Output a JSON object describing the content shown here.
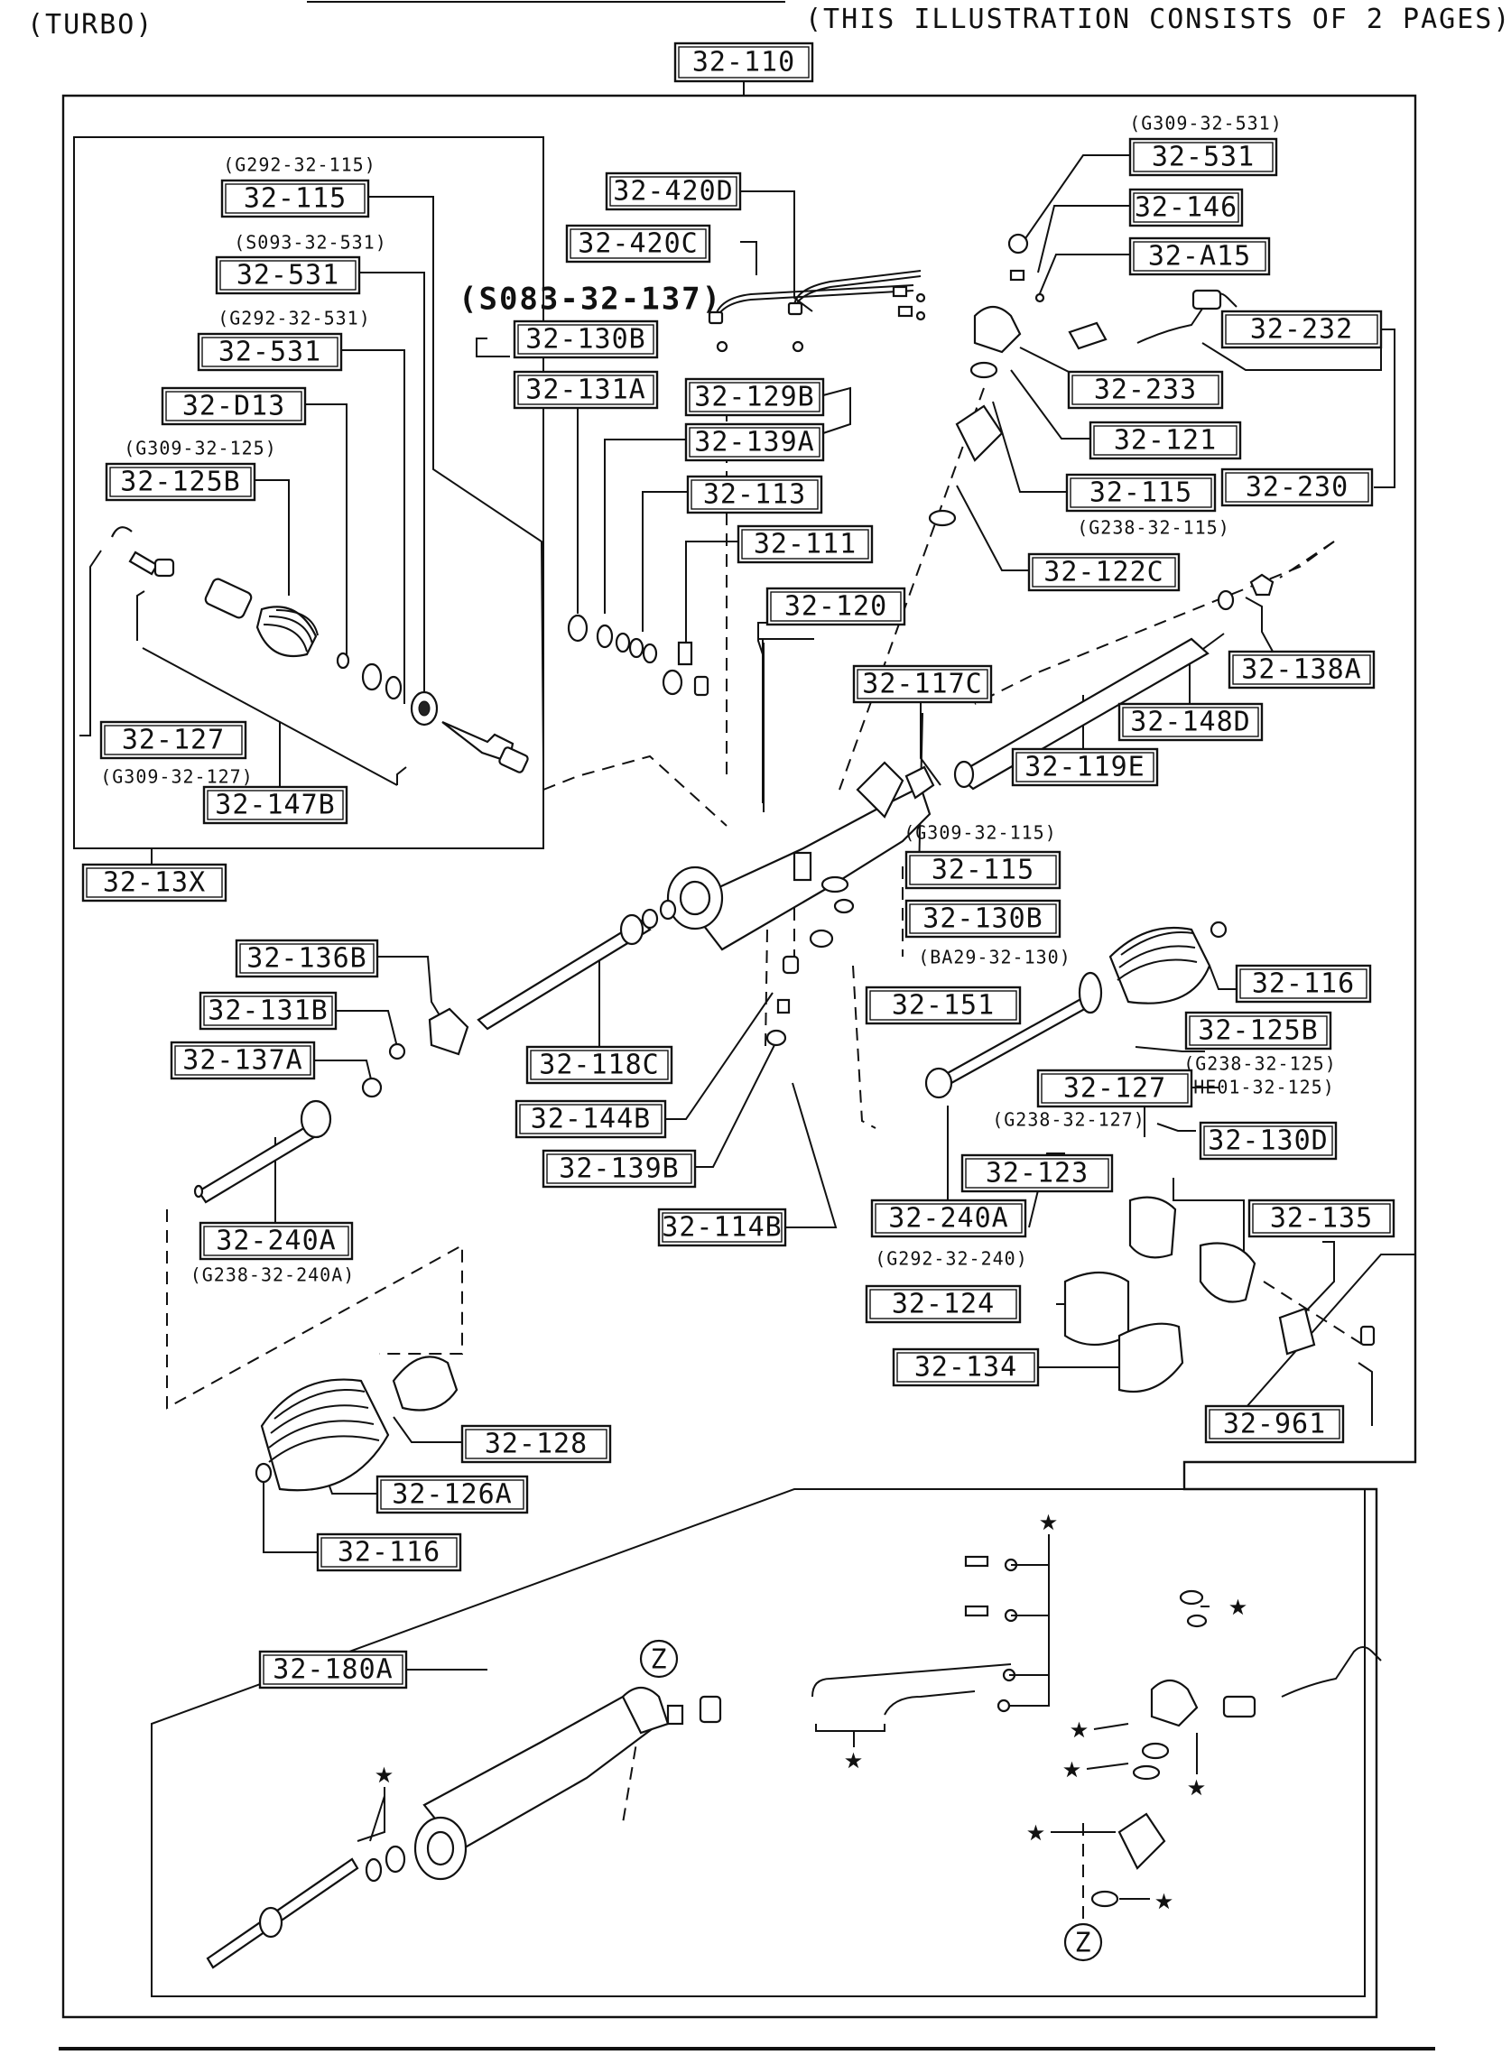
{
  "header": {
    "variant": "(TURBO)",
    "note": "(THIS ILLUSTRATION CONSISTS OF  2 PAGES)"
  },
  "diagram": {
    "main_ref": "32-110",
    "alt_ref_large": "(S083-32-137)",
    "labels": [
      {
        "id": "32-115",
        "code": "32-115",
        "sub": "(G292-32-115)"
      },
      {
        "id": "32-531a",
        "code": "32-531",
        "sub": "(S093-32-531)"
      },
      {
        "id": "32-531b",
        "code": "32-531",
        "sub": "(G292-32-531)"
      },
      {
        "id": "32-D13",
        "code": "32-D13",
        "sub": ""
      },
      {
        "id": "32-125B",
        "code": "32-125B",
        "sub": "(G309-32-125)"
      },
      {
        "id": "32-127",
        "code": "32-127",
        "sub": "(G309-32-127)"
      },
      {
        "id": "32-147B",
        "code": "32-147B",
        "sub": ""
      },
      {
        "id": "32-13X",
        "code": "32-13X",
        "sub": ""
      },
      {
        "id": "32-420D",
        "code": "32-420D",
        "sub": ""
      },
      {
        "id": "32-420C",
        "code": "32-420C",
        "sub": ""
      },
      {
        "id": "32-130B-top",
        "code": "32-130B",
        "sub": ""
      },
      {
        "id": "32-131A",
        "code": "32-131A",
        "sub": ""
      },
      {
        "id": "32-129B",
        "code": "32-129B",
        "sub": ""
      },
      {
        "id": "32-139A",
        "code": "32-139A",
        "sub": ""
      },
      {
        "id": "32-113",
        "code": "32-113",
        "sub": ""
      },
      {
        "id": "32-111",
        "code": "32-111",
        "sub": ""
      },
      {
        "id": "32-120",
        "code": "32-120",
        "sub": ""
      },
      {
        "id": "32-117C",
        "code": "32-117C",
        "sub": ""
      },
      {
        "id": "32-531c",
        "code": "32-531",
        "sub": "(G309-32-531)"
      },
      {
        "id": "32-146",
        "code": "32-146",
        "sub": ""
      },
      {
        "id": "32-A15",
        "code": "32-A15",
        "sub": ""
      },
      {
        "id": "32-232",
        "code": "32-232",
        "sub": ""
      },
      {
        "id": "32-233",
        "code": "32-233",
        "sub": ""
      },
      {
        "id": "32-121",
        "code": "32-121",
        "sub": ""
      },
      {
        "id": "32-115-r",
        "code": "32-115",
        "sub": "(G238-32-115)"
      },
      {
        "id": "32-230",
        "code": "32-230",
        "sub": ""
      },
      {
        "id": "32-122C",
        "code": "32-122C",
        "sub": ""
      },
      {
        "id": "32-138A",
        "code": "32-138A",
        "sub": ""
      },
      {
        "id": "32-148D",
        "code": "32-148D",
        "sub": ""
      },
      {
        "id": "32-119E",
        "code": "32-119E",
        "sub": ""
      },
      {
        "id": "32-115-m",
        "code": "32-115",
        "sub": "(G309-32-115)"
      },
      {
        "id": "32-130B-m",
        "code": "32-130B",
        "sub": "(BA29-32-130)"
      },
      {
        "id": "32-151",
        "code": "32-151",
        "sub": ""
      },
      {
        "id": "32-116-r",
        "code": "32-116",
        "sub": ""
      },
      {
        "id": "32-125B-r",
        "code": "32-125B",
        "sub": "(G238-32-125)"
      },
      {
        "id": "32-125B-r2",
        "code": "",
        "sub": "(HE01-32-125)"
      },
      {
        "id": "32-127-r",
        "code": "32-127",
        "sub": "(G238-32-127)"
      },
      {
        "id": "32-136B",
        "code": "32-136B",
        "sub": ""
      },
      {
        "id": "32-131B",
        "code": "32-131B",
        "sub": ""
      },
      {
        "id": "32-137A",
        "code": "32-137A",
        "sub": ""
      },
      {
        "id": "32-118C",
        "code": "32-118C",
        "sub": ""
      },
      {
        "id": "32-144B",
        "code": "32-144B",
        "sub": ""
      },
      {
        "id": "32-139B",
        "code": "32-139B",
        "sub": ""
      },
      {
        "id": "32-114B",
        "code": "32-114B",
        "sub": ""
      },
      {
        "id": "32-240A-l",
        "code": "32-240A",
        "sub": "(G238-32-240A)"
      },
      {
        "id": "32-240A-r",
        "code": "32-240A",
        "sub": "(G292-32-240)"
      },
      {
        "id": "32-123",
        "code": "32-123",
        "sub": ""
      },
      {
        "id": "32-130D",
        "code": "32-130D",
        "sub": ""
      },
      {
        "id": "32-135",
        "code": "32-135",
        "sub": ""
      },
      {
        "id": "32-124",
        "code": "32-124",
        "sub": ""
      },
      {
        "id": "32-134",
        "code": "32-134",
        "sub": ""
      },
      {
        "id": "32-961",
        "code": "32-961",
        "sub": ""
      },
      {
        "id": "32-128",
        "code": "32-128",
        "sub": ""
      },
      {
        "id": "32-126A",
        "code": "32-126A",
        "sub": ""
      },
      {
        "id": "32-116-l",
        "code": "32-116",
        "sub": ""
      },
      {
        "id": "32-180A",
        "code": "32-180A",
        "sub": ""
      }
    ],
    "markers": {
      "z": "Z",
      "star": "★"
    }
  }
}
